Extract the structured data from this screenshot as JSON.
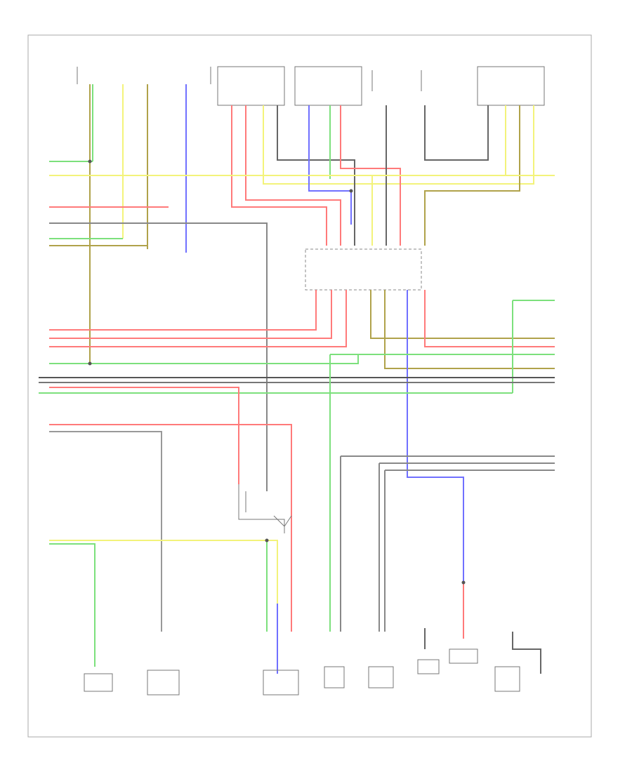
{
  "diagram": {
    "footer_code": "",
    "colors": {
      "frame": "#aaaaaa",
      "dark": "#666666",
      "red": "#ff7a7a",
      "yellow": "#f3f37a",
      "green": "#7ce07c",
      "blue": "#7070ff",
      "olive": "#b0a24a",
      "gray": "#a8a8a8"
    },
    "components": [
      {
        "id": "c1",
        "label": ""
      },
      {
        "id": "c2",
        "label": ""
      },
      {
        "id": "c3",
        "label": ""
      },
      {
        "id": "c4",
        "label": ""
      },
      {
        "id": "c5",
        "label": ""
      },
      {
        "id": "c6",
        "label": ""
      },
      {
        "id": "c7",
        "label": ""
      },
      {
        "id": "c8",
        "label": ""
      },
      {
        "id": "c9",
        "label": ""
      },
      {
        "id": "c10",
        "label": ""
      },
      {
        "id": "c11",
        "label": ""
      }
    ]
  }
}
